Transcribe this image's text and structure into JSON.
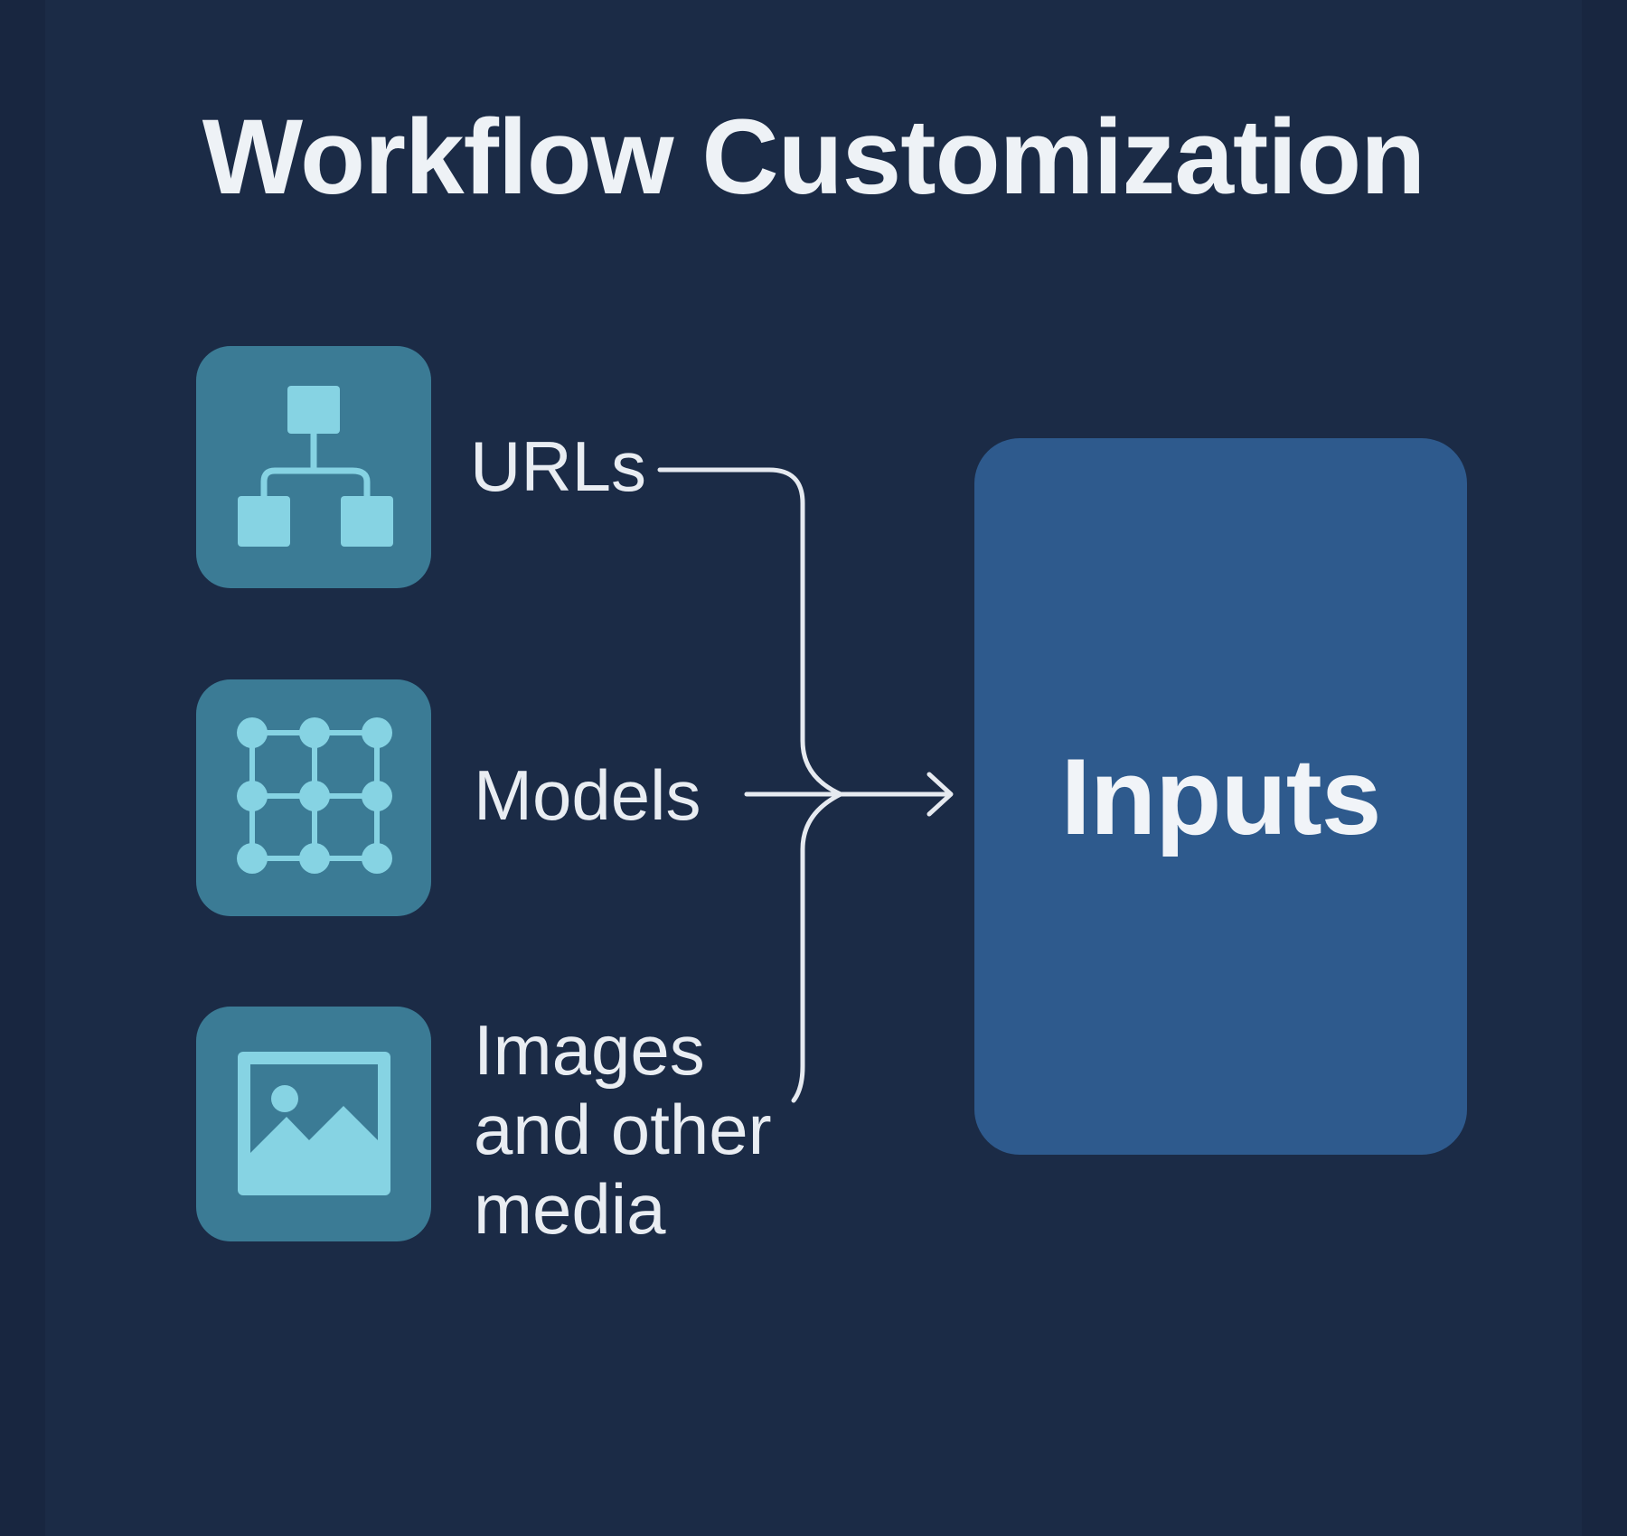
{
  "title": "Workflow Customization",
  "sources": [
    {
      "label": "URLs",
      "icon": "hierarchy-icon"
    },
    {
      "label": "Models",
      "icon": "grid-network-icon"
    },
    {
      "label_lines": [
        "Images",
        "and other",
        "media"
      ],
      "icon": "image-icon"
    }
  ],
  "target": {
    "label": "Inputs"
  },
  "colors": {
    "background": "#1b2b46",
    "tile": "#3b7b95",
    "icon_fill": "#86d3e3",
    "target_box": "#2e5a8d",
    "text": "#e9edf2",
    "connector": "#e6eaf0"
  }
}
